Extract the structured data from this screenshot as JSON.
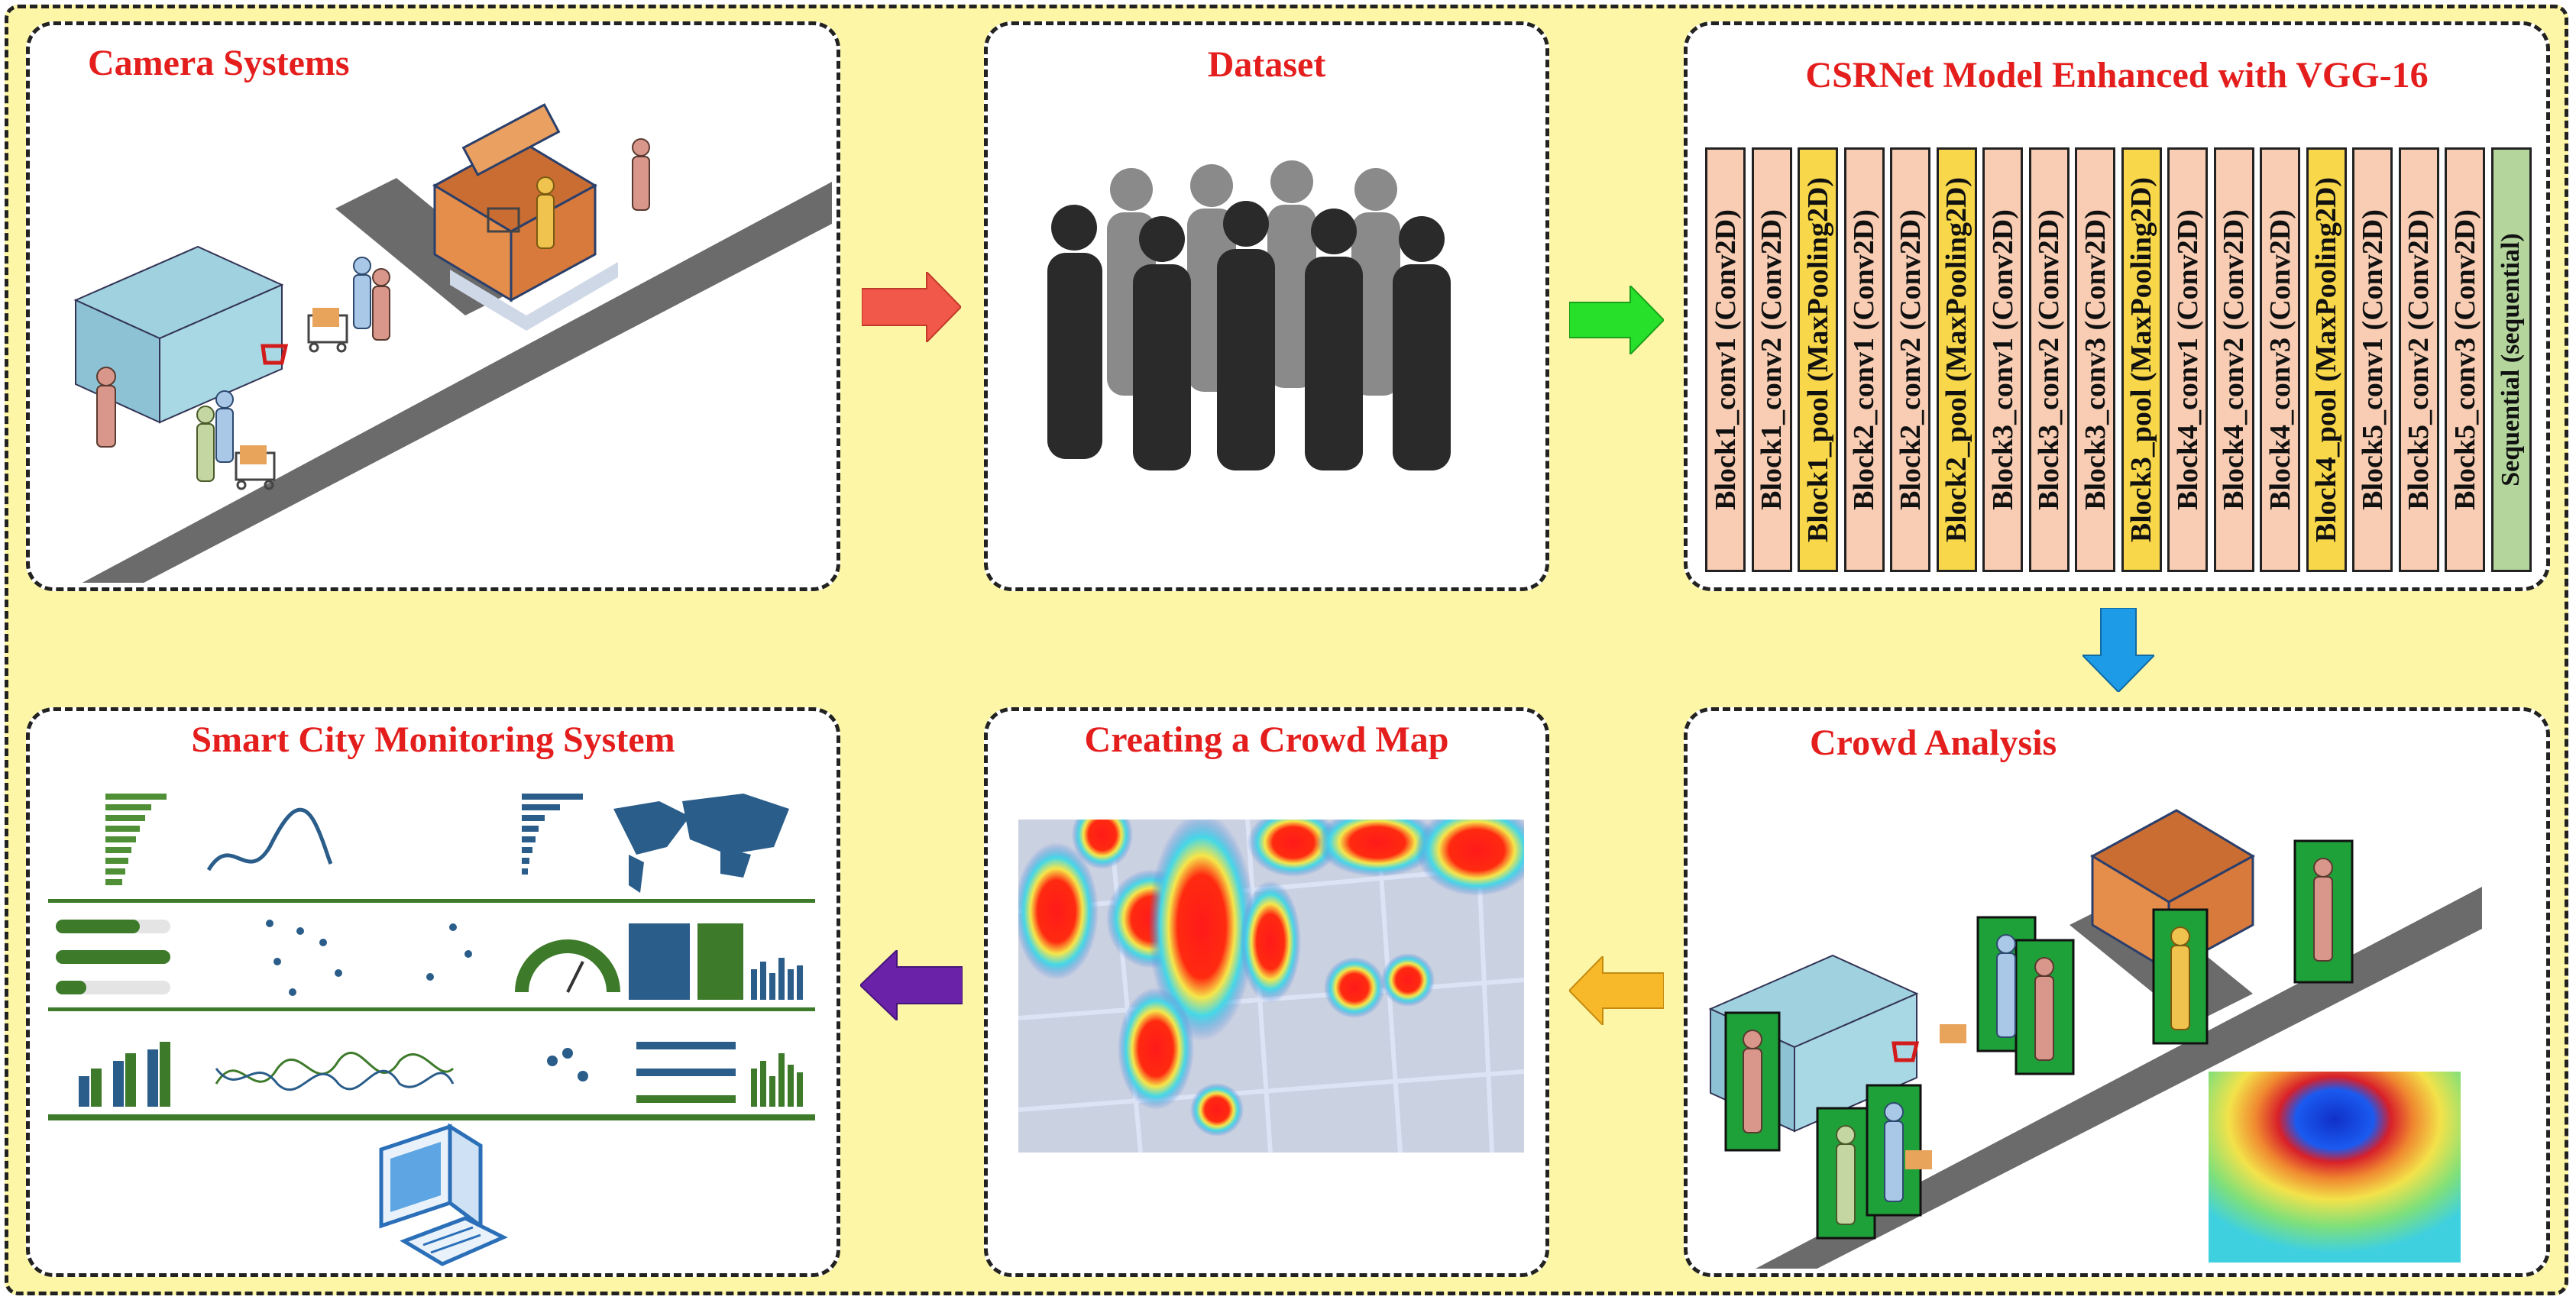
{
  "panels": {
    "camera": {
      "title": "Camera Systems"
    },
    "dataset": {
      "title": "Dataset"
    },
    "model": {
      "title": "CSRNet Model Enhanced with VGG-16"
    },
    "analysis": {
      "title": "Crowd Analysis"
    },
    "crowdmap": {
      "title": "Creating a Crowd Map"
    },
    "smartcity": {
      "title": "Smart City Monitoring System"
    }
  },
  "model_blocks": [
    {
      "label": "Block1_conv1 (Conv2D)",
      "kind": "conv"
    },
    {
      "label": "Block1_conv2 (Conv2D)",
      "kind": "conv"
    },
    {
      "label": "Block1_pool (MaxPooling2D)",
      "kind": "pool"
    },
    {
      "label": "Block2_conv1 (Conv2D)",
      "kind": "conv"
    },
    {
      "label": "Block2_conv2 (Conv2D)",
      "kind": "conv"
    },
    {
      "label": "Block2_pool (MaxPooling2D)",
      "kind": "pool"
    },
    {
      "label": "Block3_conv1 (Conv2D)",
      "kind": "conv"
    },
    {
      "label": "Block3_conv2 (Conv2D)",
      "kind": "conv"
    },
    {
      "label": "Block3_conv3 (Conv2D)",
      "kind": "conv"
    },
    {
      "label": "Block3_pool (MaxPooling2D)",
      "kind": "pool"
    },
    {
      "label": "Block4_conv1 (Conv2D)",
      "kind": "conv"
    },
    {
      "label": "Block4_conv2 (Conv2D)",
      "kind": "conv"
    },
    {
      "label": "Block4_conv3 (Conv2D)",
      "kind": "conv"
    },
    {
      "label": "Block4_pool (MaxPooling2D)",
      "kind": "pool"
    },
    {
      "label": "Block5_conv1 (Conv2D)",
      "kind": "conv"
    },
    {
      "label": "Block5_conv2 (Conv2D)",
      "kind": "conv"
    },
    {
      "label": "Block5_conv3 (Conv2D)",
      "kind": "conv"
    },
    {
      "label": "Sequential (sequential)",
      "kind": "seq"
    }
  ],
  "colors": {
    "background": "#fdf6a6",
    "title": "#e41d1d",
    "conv": "#f8cdb4",
    "pool": "#f8d84a",
    "seq": "#b4d69c",
    "arrow_red": "#f2584a",
    "arrow_green": "#27e02a",
    "arrow_blue": "#1d9be6",
    "arrow_orange": "#f7b829",
    "arrow_purple": "#6a23a8",
    "dashboard_green": "#3d7a2a"
  },
  "icons": {
    "camera_scene": "isometric-street-shop-people-icon",
    "dataset": "crowd-silhouette-icon",
    "analysis_scene": "isometric-street-detection-icon",
    "heatmap": "density-heatmap-icon",
    "dashboard": "dashboard-screenshot-icon",
    "computer": "computer-icon"
  }
}
